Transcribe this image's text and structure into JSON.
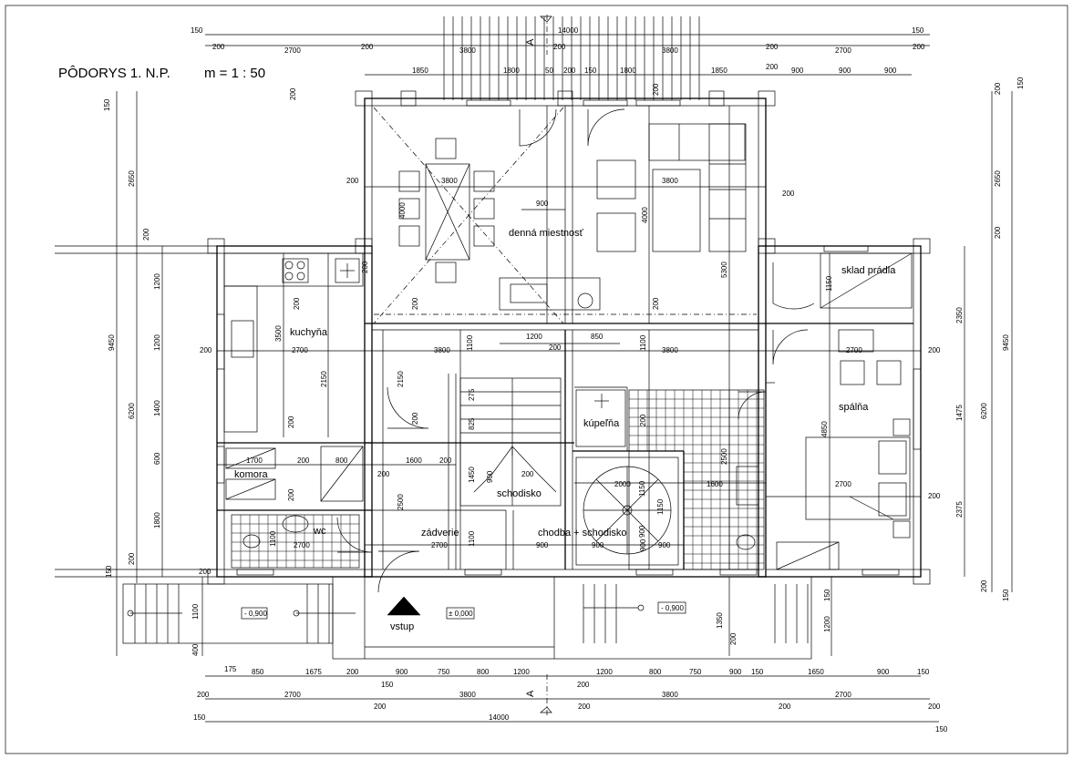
{
  "header": {
    "title": "PÔDORYS 1. N.P.",
    "scale": "m = 1 : 50"
  },
  "section_marks": [
    "A",
    "A"
  ],
  "rooms": [
    {
      "id": "denna",
      "label": "denná miestnosť"
    },
    {
      "id": "kuchyna",
      "label": "kuchyňa"
    },
    {
      "id": "komora",
      "label": "komora"
    },
    {
      "id": "wc",
      "label": "wc"
    },
    {
      "id": "zadverie",
      "label": "zádverie"
    },
    {
      "id": "schodisko",
      "label": "schodisko"
    },
    {
      "id": "chodba",
      "label": "chodba + schodisko"
    },
    {
      "id": "kupelna",
      "label": "kúpeľňa"
    },
    {
      "id": "sklad",
      "label": "sklad prádla"
    },
    {
      "id": "spalna",
      "label": "spálňa"
    },
    {
      "id": "vstup",
      "label": "vstup"
    }
  ],
  "levels": {
    "left": "- 0,900",
    "entrance": "± 0,000",
    "right": "- 0,900"
  },
  "dims": {
    "top_total": "14000",
    "top_150_l": "150",
    "top_150_r": "150",
    "t2": [
      "200",
      "2700",
      "200",
      "3800",
      "200",
      "3800",
      "200",
      "2700",
      "200"
    ],
    "t3": [
      "1850",
      "1800",
      "50",
      "200",
      "150",
      "1800",
      "1850",
      "200",
      "900",
      "900",
      "900"
    ],
    "bot1": [
      "175",
      "850",
      "1675",
      "200",
      "900",
      "750",
      "800",
      "1200",
      "1200",
      "800",
      "750",
      "900",
      "150",
      "1650",
      "900",
      "150"
    ],
    "bot_150": [
      "150",
      "200"
    ],
    "bot2": [
      "200",
      "2700",
      "200",
      "3800",
      "200",
      "3800",
      "200",
      "2700",
      "200"
    ],
    "bot3_total": "14000",
    "bot3_150_l": "150",
    "bot3_150_r": "150",
    "left_outer": [
      "150",
      "2650",
      "200",
      "9450",
      "6200",
      "200",
      "150",
      "1100",
      "400"
    ],
    "left_inner": [
      "200",
      "1200",
      "1200",
      "1400",
      "600",
      "1800",
      "200"
    ],
    "right_outer": [
      "200",
      "150",
      "2650",
      "200",
      "9450",
      "6200",
      "200",
      "150"
    ],
    "right_inner": [
      "2350",
      "1475",
      "2375"
    ],
    "interior": {
      "d200a": "200",
      "d3800a": "3800",
      "d3800b": "3800",
      "d4000a": "4000",
      "d4000b": "4000",
      "d900": "900",
      "d5300": "5300",
      "d200b": "200",
      "d1150": "1150",
      "d200c": "200",
      "d3500": "3500",
      "d2700a": "2700",
      "d2150a": "2150",
      "d200d": "200",
      "d3800c": "3800",
      "d1100a": "1100",
      "d1200": "1200",
      "d850": "850",
      "d200e": "200",
      "d3800d": "3800",
      "d1100b": "1100",
      "d2700b": "2700",
      "d200f": "200",
      "d2150b": "2150",
      "d200g": "200",
      "d1700": "1700",
      "d200h": "200",
      "d800": "800",
      "d200i": "200",
      "d1600a": "1600",
      "d200j": "200",
      "d275": "275",
      "d825": "825",
      "d1450": "1450",
      "d900b": "900",
      "d200k": "200",
      "d200l": "200",
      "d1150b": "1150",
      "d900c": "900",
      "d2000": "2000",
      "d2500a": "2500",
      "d1600b": "1600",
      "d1150c": "1150",
      "d4850": "4850",
      "d2700c": "2700",
      "d200m": "200",
      "d1100c": "1100",
      "d2700d": "2700",
      "d2700e": "2700",
      "d2500b": "2500",
      "d1100d": "1100",
      "d900d": "900",
      "d900e": "900",
      "d900f": "900",
      "d900g": "900",
      "d200n": "200",
      "d200o": "200",
      "d200p": "200",
      "d200q": "200",
      "d200r": "200",
      "d200s": "200",
      "d200t": "200",
      "d1350": "1350",
      "d1200b": "1200",
      "d150b": "150",
      "d200u": "200"
    }
  }
}
